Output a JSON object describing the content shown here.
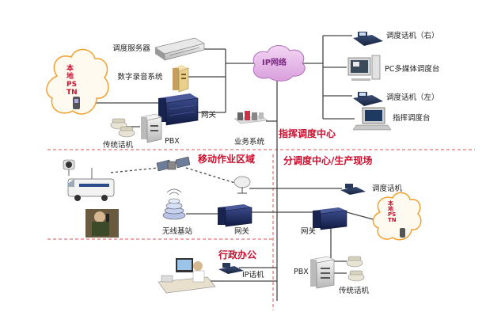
{
  "cloud_ip": {
    "label": "IP网络"
  },
  "cloud_pstn_local": {
    "label": "本地PSTN"
  },
  "cloud_pstn_remote": {
    "label": "本地PSTN"
  },
  "zones": {
    "command_center": "指挥调度中心",
    "mobile_area": "移动作业区域",
    "sub_center": "分调度中心/生产现场",
    "admin_office": "行政办公"
  },
  "nodes": {
    "dispatch_server": "调度服务器",
    "recorder": "数字录音系统",
    "gateway_center": "网关",
    "pbx_center": "PBX",
    "legacy_phone_center": "传统话机",
    "business_system": "业务系统",
    "phone_right": "调度话机（右）",
    "pc_console": "PC多媒体调度台",
    "phone_left": "调度话机（左）",
    "command_console": "指挥调度台",
    "phone_sub": "调度话机",
    "wireless_bs": "无线基站",
    "gateway_mobile": "网关",
    "gateway_sub": "网关",
    "ip_phone": "IP话机",
    "pbx_sub": "PBX",
    "legacy_phone_sub": "传统话机"
  },
  "colors": {
    "zone_text": "#c8102e",
    "divider": "#d9534f",
    "link": "#444444",
    "cloud_ip_fill": "#e6b8e8",
    "cloud_pstn_stroke": "#f0a030"
  }
}
